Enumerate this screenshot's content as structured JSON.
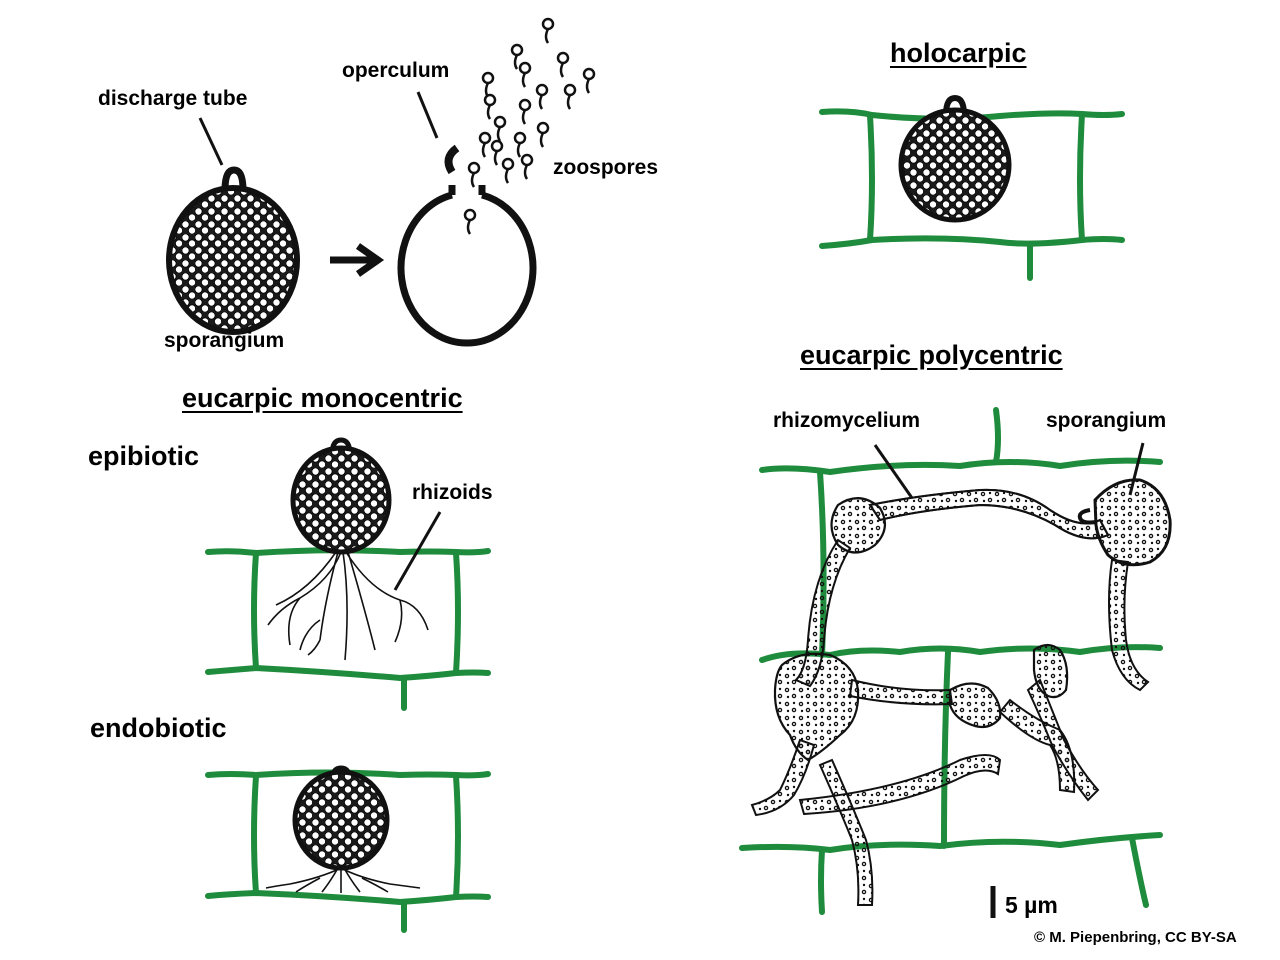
{
  "labels": {
    "discharge_tube": "discharge tube",
    "operculum": "operculum",
    "zoospores": "zoospores",
    "sporangium_left": "sporangium",
    "holocarpic": "holocarpic",
    "eucarpic_monocentric": "eucarpic monocentric",
    "epibiotic": "epibiotic",
    "rhizoids": "rhizoids",
    "endobiotic": "endobiotic",
    "eucarpic_polycentric": "eucarpic polycentric",
    "rhizomycelium": "rhizomycelium",
    "sporangium_right": "sporangium",
    "scale_bar": "5 µm",
    "copyright": "© M. Piepenbring, CC BY-SA"
  },
  "colors": {
    "cell_wall": "#1e8c3c",
    "ink": "#111111",
    "background": "#ffffff"
  }
}
